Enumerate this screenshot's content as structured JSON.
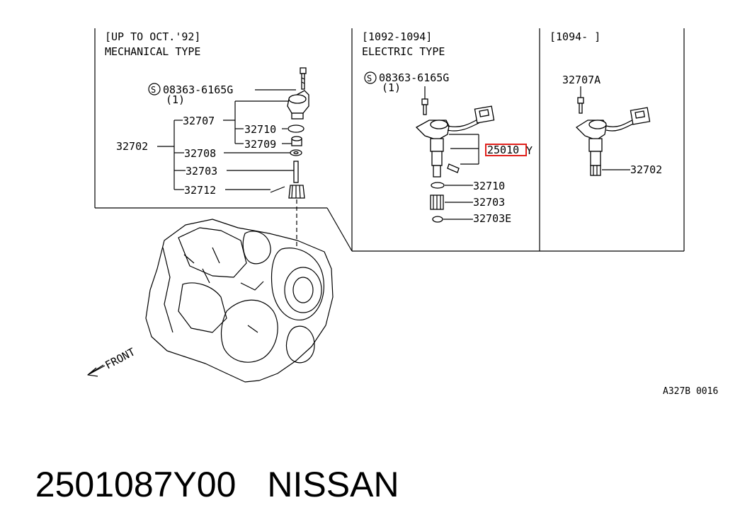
{
  "panels": {
    "mechanical": {
      "date_range": "[UP TO OCT.'92]",
      "type": "MECHANICAL TYPE"
    },
    "electric": {
      "date_range": "[1092-1094]",
      "type": "ELECTRIC TYPE"
    },
    "late": {
      "date_range": "[1094-      ]"
    }
  },
  "labels": {
    "bolt_mech": "08363-6165G",
    "bolt_mech_qty": "(1)",
    "bolt_elec": "08363-6165G",
    "bolt_elec_qty": "(1)",
    "p32707": "32707",
    "p32710a": "32710",
    "p32709": "32709",
    "p32702a": "32702",
    "p32708": "32708",
    "p32703a": "32703",
    "p32712": "32712",
    "p25010": "25010",
    "p25010_suffix": "Y",
    "p32710b": "32710",
    "p32703b": "32703",
    "p32703e": "32703E",
    "p32707a": "32707A",
    "p32702b": "32702",
    "front": "FRONT",
    "s_symbol": "S"
  },
  "diagram_code": "A327B 0016",
  "footer": {
    "part_number": "2501087Y00",
    "brand": "NISSAN"
  },
  "highlight_color": "#e0201c"
}
